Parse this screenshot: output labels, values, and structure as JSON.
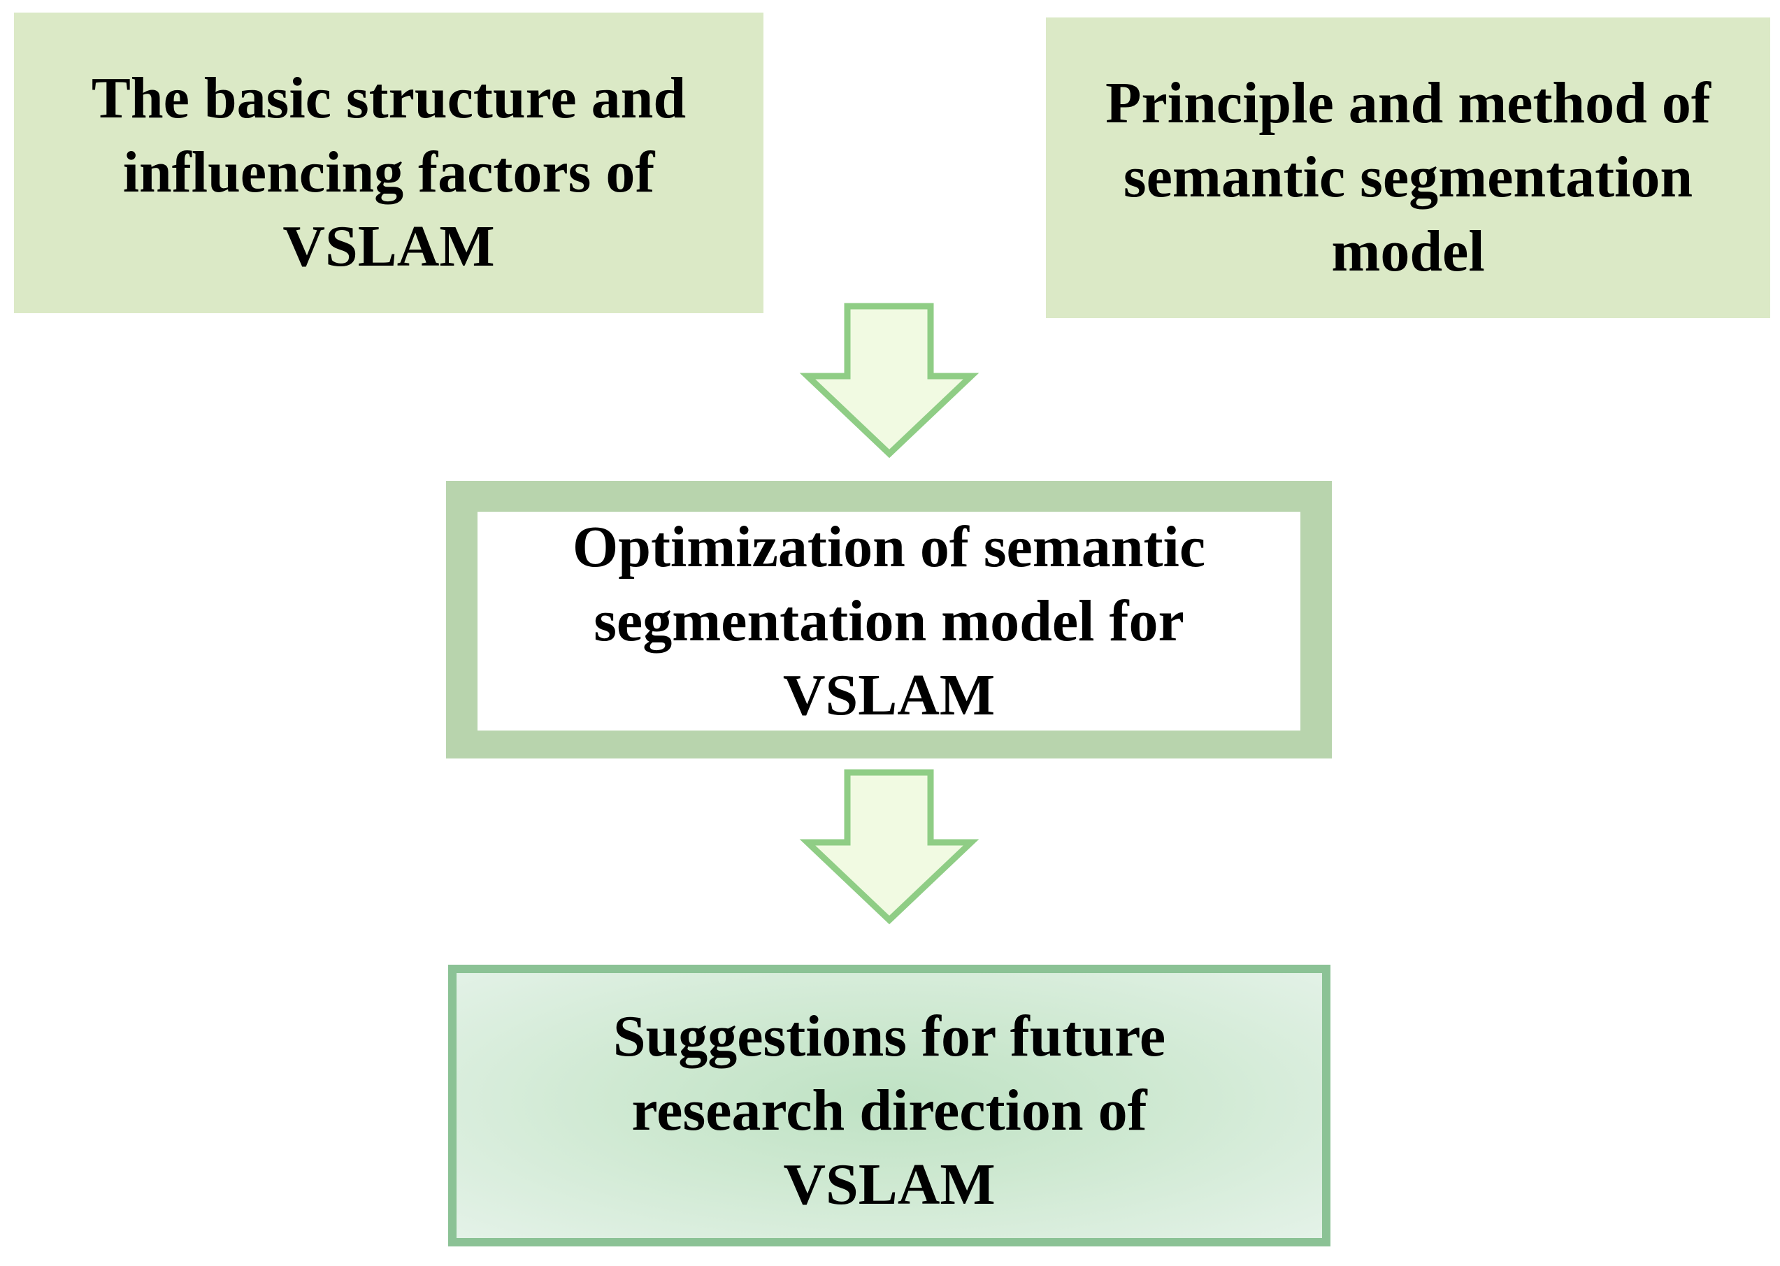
{
  "diagram": {
    "title": "VSLAM semantic segmentation review flow",
    "boxes": {
      "top_left": {
        "lines": [
          "The basic structure and",
          "influencing factors of",
          "VSLAM"
        ]
      },
      "top_right": {
        "lines": [
          "Principle and method of",
          "semantic segmentation",
          "model"
        ]
      },
      "middle": {
        "lines": [
          "Optimization of semantic",
          "segmentation model for",
          "VSLAM"
        ]
      },
      "bottom": {
        "lines": [
          "Suggestions for future",
          "research direction of",
          "VSLAM"
        ]
      }
    },
    "icons": {
      "arrow_1": "down-block-arrow-icon",
      "arrow_2": "down-block-arrow-icon"
    },
    "colors": {
      "canvas_background": "#ffffff",
      "top_box_fill": "#dbe9c6",
      "arrow_fill": "#f1fae2",
      "arrow_border": "#8fcd85",
      "middle_frame_fill": "#b8d4ad",
      "middle_inner_fill": "#ffffff",
      "bottom_box_border": "#8bc295",
      "bottom_fill_center": "#bfe2c4",
      "bottom_fill_edge": "#e4f2e8",
      "text": "#000000"
    }
  }
}
